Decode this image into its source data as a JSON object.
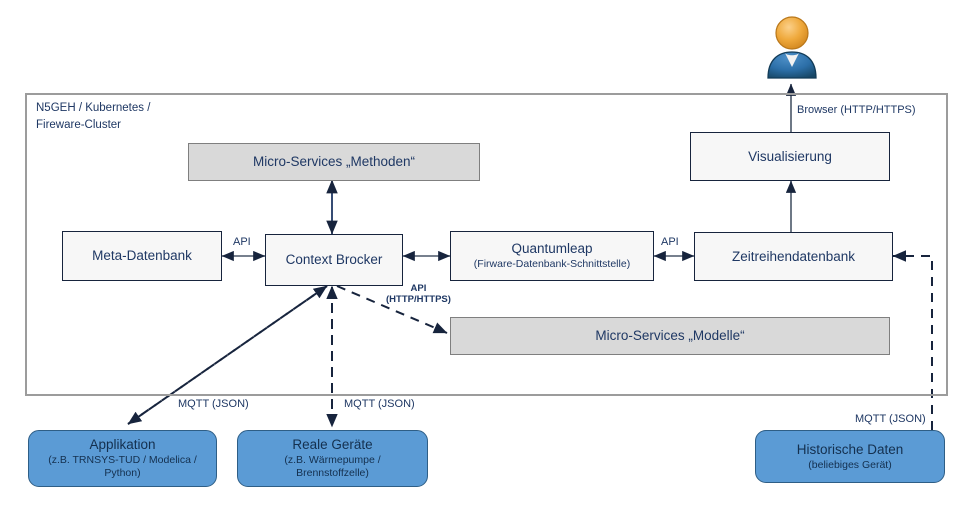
{
  "diagram": {
    "title_region": {
      "cluster_label": "N5GEH / Kubernetes /\nFireware-Cluster"
    },
    "nodes": [
      {
        "id": "micro-methoden",
        "title": "Micro-Services „Methoden“",
        "sub": "",
        "style": "gray"
      },
      {
        "id": "meta-datenbank",
        "title": "Meta-Datenbank",
        "sub": "",
        "style": "white"
      },
      {
        "id": "context-brocker",
        "title": "Context Brocker",
        "sub": "",
        "style": "white"
      },
      {
        "id": "quantumleap",
        "title": "Quantumleap",
        "sub": "(Firware-Datenbank-Schnittstelle)",
        "style": "white"
      },
      {
        "id": "zeitreihendatenbank",
        "title": "Zeitreihendatenbank",
        "sub": "",
        "style": "white"
      },
      {
        "id": "visualisierung",
        "title": "Visualisierung",
        "sub": "",
        "style": "white"
      },
      {
        "id": "micro-modelle",
        "title": "Micro-Services „Modelle“",
        "sub": "",
        "style": "gray"
      },
      {
        "id": "applikation",
        "title": "Applikation",
        "sub": "(z.B. TRNSYS-TUD / Modelica /",
        "sub2": "Python)",
        "style": "blue"
      },
      {
        "id": "reale-geraete",
        "title": "Reale Geräte",
        "sub": "(z.B. Wärmepumpe /",
        "sub2": "Brennstoffzelle)",
        "style": "blue"
      },
      {
        "id": "historische-daten",
        "title": "Historische Daten",
        "sub": "(beliebiges Gerät)",
        "style": "blue"
      }
    ],
    "edge_labels": {
      "browser": "Browser (HTTP/HTTPS)",
      "api_meta_context": "API",
      "api_quantumleap_zeitreihen": "API",
      "api_http_line1": "API",
      "api_http_line2": "(HTTP/HTTPS)",
      "mqtt_applikation": "MQTT (JSON)",
      "mqtt_reale_geraete": "MQTT (JSON)",
      "mqtt_historische": "MQTT (JSON)"
    },
    "icons": {
      "user": "user-person-icon"
    },
    "colors": {
      "text_navy": "#1F3864",
      "box_gray_fill": "#D9D9D9",
      "box_blue_fill": "#5B9BD5",
      "box_white_fill": "#F7F7F7",
      "border_dark": "#17243D",
      "frame_gray": "#9C9C9C",
      "user_head": "#E8A33D",
      "user_body": "#2E6DA4"
    }
  }
}
